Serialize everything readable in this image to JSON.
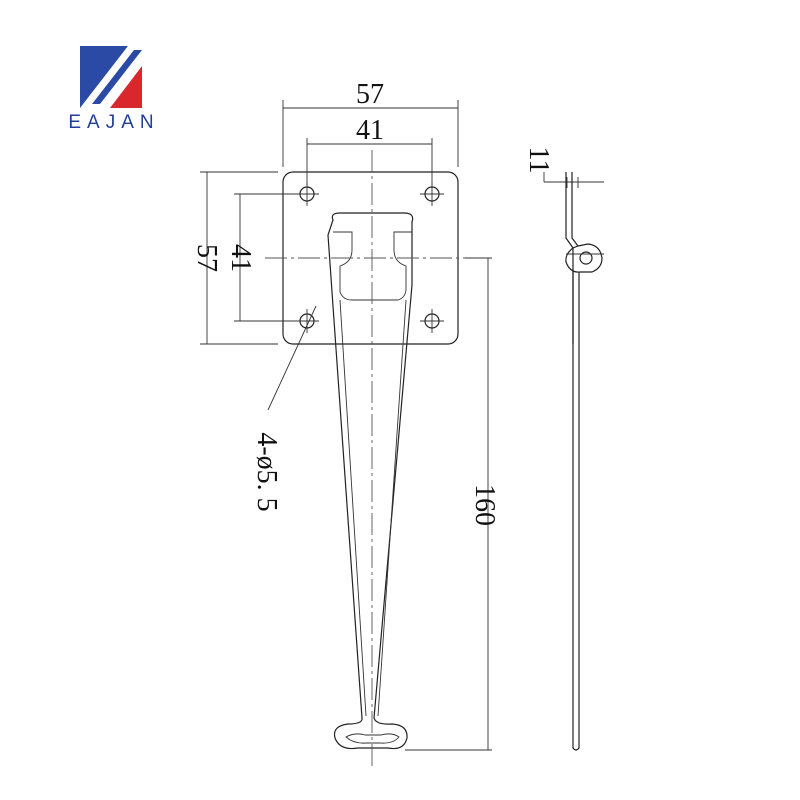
{
  "brand": {
    "name": "EAJAN",
    "colors": {
      "blue": "#2a4aa6",
      "red": "#d8272d"
    }
  },
  "dimensions": {
    "plate_width": "57",
    "hole_spacing_x": "41",
    "plate_height": "57",
    "hole_spacing_y": "41",
    "holes": "4-ø5. 5",
    "length": "160",
    "thickness": "11"
  }
}
